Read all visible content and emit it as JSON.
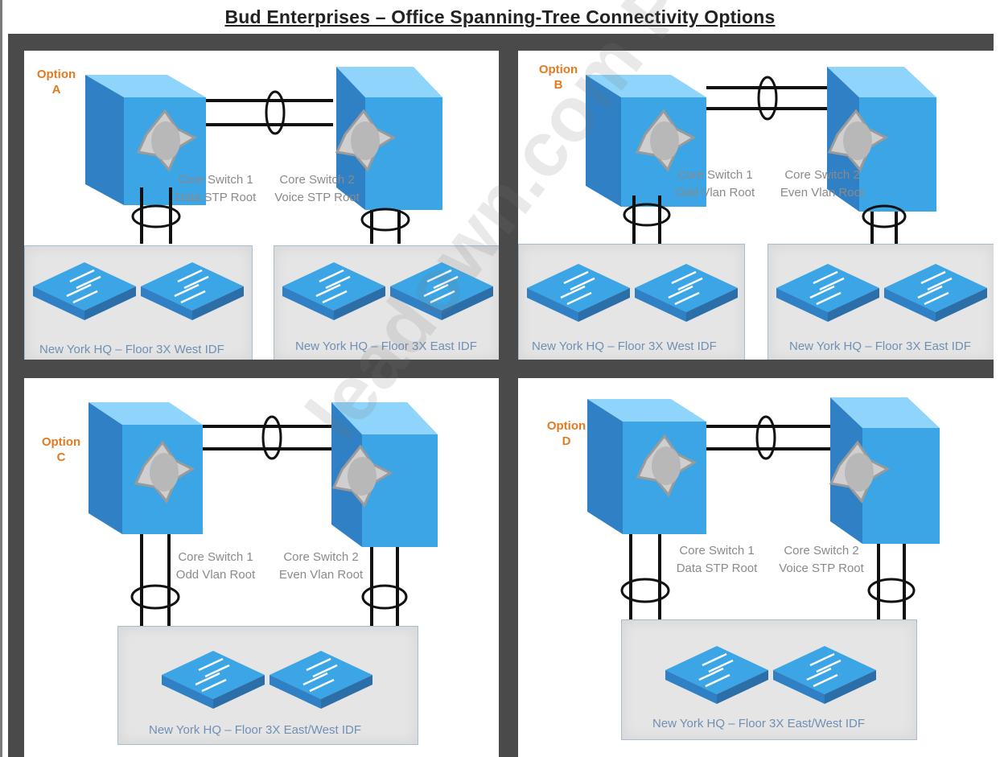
{
  "title": "Bud Enterprises – Office Spanning-Tree Connectivity Options",
  "watermark": "leadown.com Practice Lab",
  "colors": {
    "option_label": "#e07b22",
    "switch_blue": "#3aa6e6",
    "caption_gray": "#8a8a8a",
    "idf_text": "#6f8fb4",
    "frame": "#4a4a4a"
  },
  "options": {
    "a": {
      "label_line1": "Option",
      "label_line2": "A",
      "core1_name": "Core Switch 1",
      "core1_role": "Data STP Root",
      "core2_name": "Core Switch 2",
      "core2_role": "Voice STP Root",
      "idf_left": "New York HQ – Floor 3X West IDF",
      "idf_right": "New York HQ – Floor 3X East IDF"
    },
    "b": {
      "label_line1": "Option",
      "label_line2": "B",
      "core1_name": "Core Switch 1",
      "core1_role": "Odd Vlan Root",
      "core2_name": "Core Switch 2",
      "core2_role": "Even Vlan Root",
      "idf_left": "New York HQ – Floor 3X West IDF",
      "idf_right": "New York HQ – Floor 3X East IDF"
    },
    "c": {
      "label_line1": "Option",
      "label_line2": "C",
      "core1_name": "Core Switch 1",
      "core1_role": "Odd Vlan Root",
      "core2_name": "Core Switch 2",
      "core2_role": "Even Vlan Root",
      "idf_combined": "New York HQ – Floor 3X East/West IDF"
    },
    "d": {
      "label_line1": "Option",
      "label_line2": "D",
      "core1_name": "Core Switch 1",
      "core1_role": "Data STP Root",
      "core2_name": "Core Switch 2",
      "core2_role": "Voice STP Root",
      "idf_combined": "New York HQ – Floor 3X East/West IDF"
    }
  }
}
